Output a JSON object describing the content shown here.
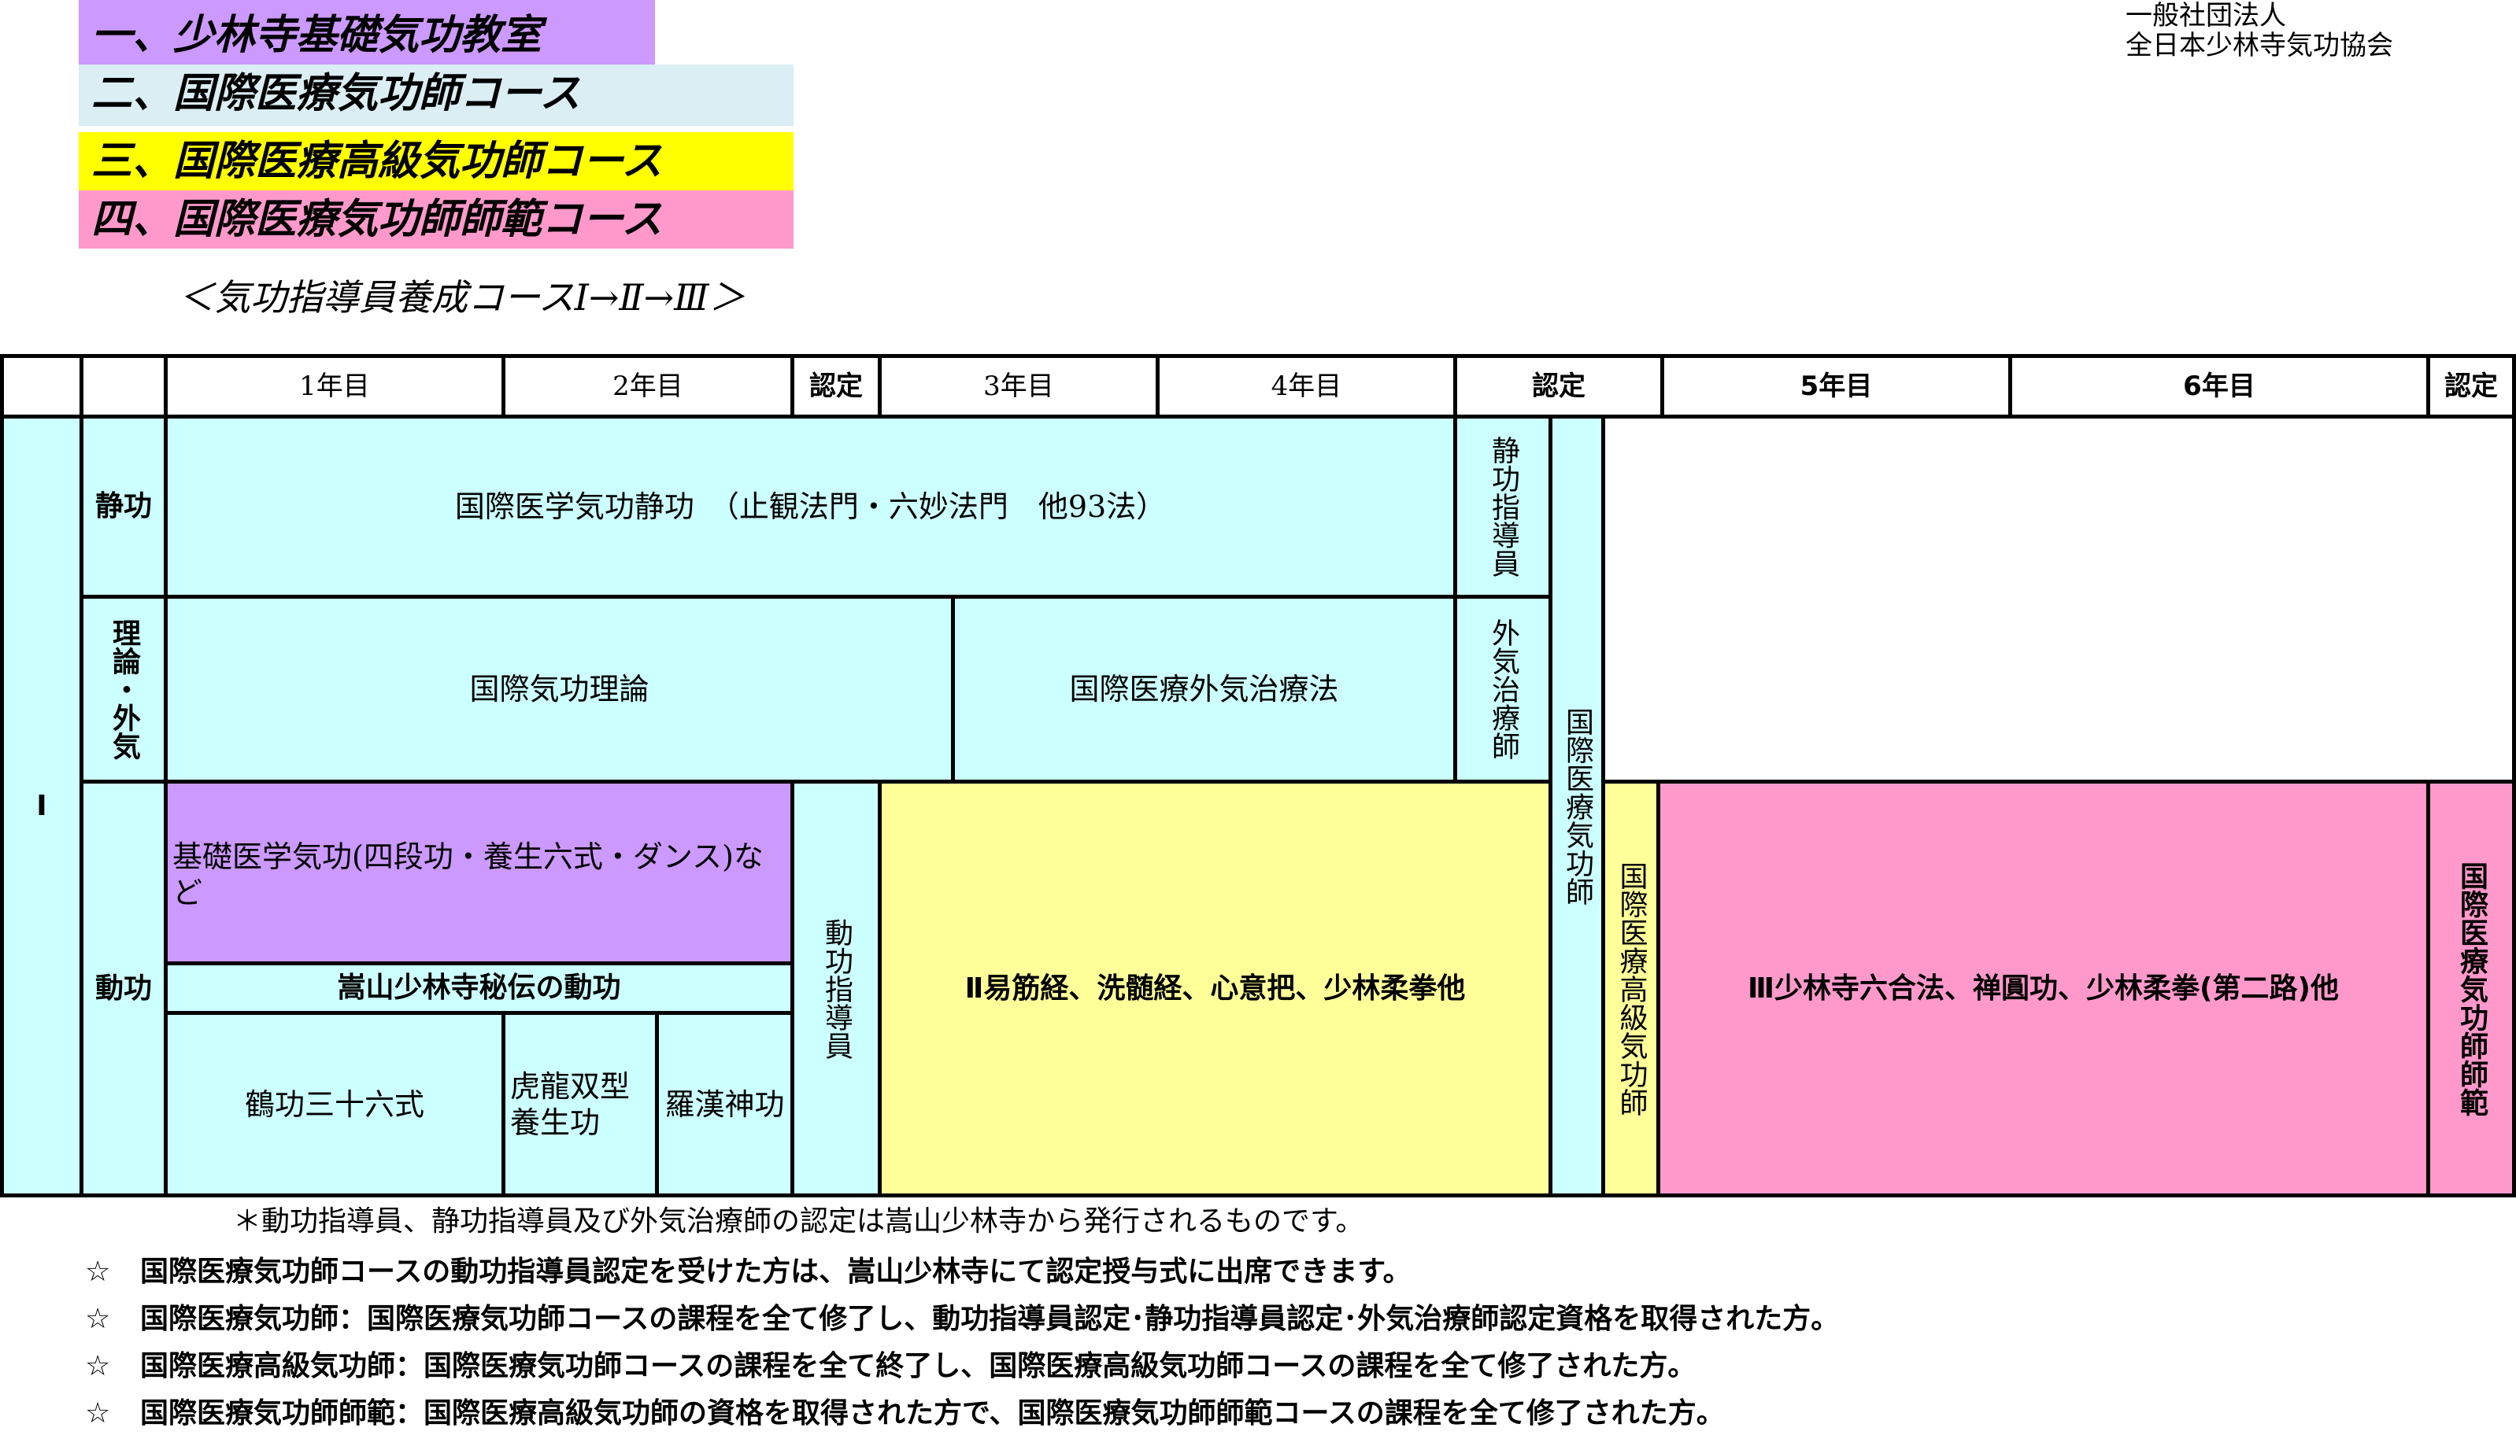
{
  "courses": [
    {
      "label": "一、少林寺基礎気功教室",
      "color": "#cc99ff"
    },
    {
      "label": "二、国際医療気功師コース",
      "color": "#daeef3"
    },
    {
      "label": "三、国際医療高級気功師コース",
      "color": "#ffff00"
    },
    {
      "label": "四、国際医療気功師師範コース",
      "color": "#ff99cc"
    }
  ],
  "organization": {
    "line1": "一般社団法人",
    "line2": "全日本少林寺気功協会"
  },
  "subtitle": "＜気功指導員養成コースⅠ→Ⅱ→Ⅲ＞",
  "table": {
    "headers": {
      "year1": "1年目",
      "year2": "2年目",
      "cert1": "認定",
      "year3": "3年目",
      "year4": "4年目",
      "cert2": "認定",
      "year5": "5年目",
      "year6": "6年目",
      "cert3": "認定"
    },
    "level_label": "Ⅰ",
    "rows": {
      "seiko": "静功",
      "riron": "理論・外気",
      "doko": "動功"
    },
    "cells": {
      "seiko_main": "国際医学気功静功　（止観法門・六妙法門　他93法）",
      "seiko_cert": "静功指導員",
      "riron_main": "国際気功理論",
      "gaiki_main": "国際医療外気治療法",
      "gaiki_cert": "外気治療師",
      "kiko_shi": "国際医療気功師",
      "kiso": "基礎医学気功(四段功・養生六式・ダンス)など",
      "suzan": "嵩山少林寺秘伝の動功",
      "kakuko": "鶴功三十六式",
      "koryu": "虎龍双型養生功",
      "rakan": "羅漢神功",
      "doko_cert": "動功指導員",
      "level2": "Ⅱ易筋経、洗髄経、心意把、少林柔拳他",
      "koukyu": "国際医療高級気功師",
      "level3": "Ⅲ少林寺六合法、禅圓功、少林柔拳(第二路)他",
      "shihan": "国際医療気功師師範"
    }
  },
  "footnote": "＊動功指導員、静功指導員及び外気治療師の認定は嵩山少林寺から発行されるものです。",
  "notes": [
    {
      "star": "☆",
      "text": "国際医療気功師コースの動功指導員認定を受けた方は、嵩山少林寺にて認定授与式に出席できます。"
    },
    {
      "star": "☆",
      "text": "国際医療気功師：国際医療気功師コースの課程を全て修了し、動功指導員認定･静功指導員認定･外気治療師認定資格を取得された方。"
    },
    {
      "star": "☆",
      "text": "国際医療高級気功師：国際医療気功師コースの課程を全て終了し、国際医療高級気功師コースの課程を全て修了された方。"
    },
    {
      "star": "☆",
      "text": "国際医療気功師師範：国際医療高級気功師の資格を取得された方で、国際医療気功師師範コースの課程を全て修了された方。"
    }
  ]
}
